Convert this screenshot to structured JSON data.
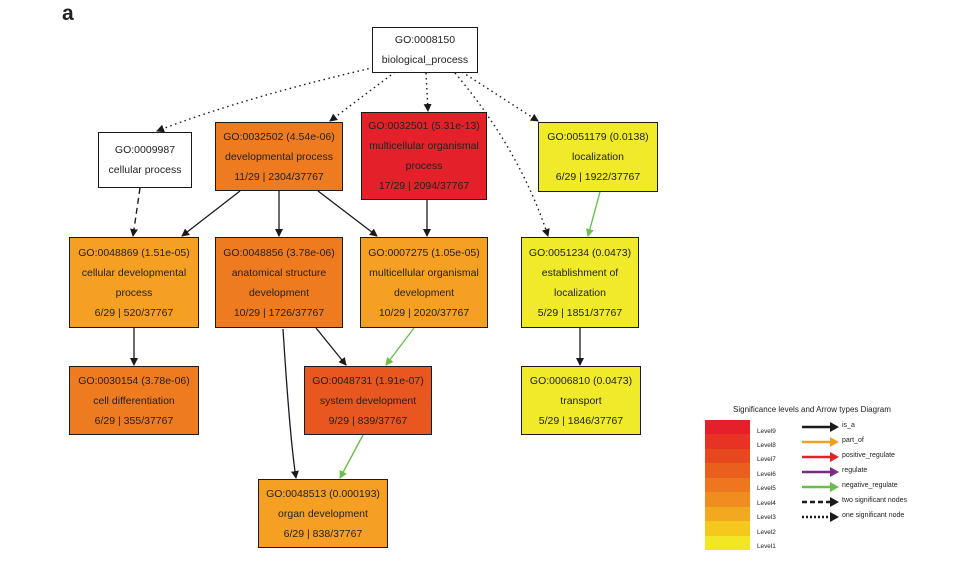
{
  "panel_label": "a",
  "colors": {
    "white": "#ffffff",
    "yellow": "#f0ea2a",
    "light_orange": "#f5a023",
    "orange": "#ef7b21",
    "red_orange": "#e8571f",
    "red": "#e4202a",
    "arrow_black": "#1a1a1a",
    "arrow_green": "#6abf4b"
  },
  "nodes": {
    "bp": {
      "id": "GO:0008150",
      "l2": "biological_process",
      "l3": ""
    },
    "cp": {
      "id": "GO:0009987",
      "l2": "cellular process",
      "l3": ""
    },
    "dp": {
      "id": "GO:0032502 (4.54e-06)",
      "l2": "developmental process",
      "l3": "11/29 | 2304/37767"
    },
    "mop": {
      "id": "GO:0032501 (5.31e-13)",
      "l2": "multicellular organismal",
      "l3": "process",
      "l4": "17/29 | 2094/37767"
    },
    "loc": {
      "id": "GO:0051179 (0.0138)",
      "l2": "localization",
      "l3": "6/29 | 1922/37767"
    },
    "cdp": {
      "id": "GO:0048869 (1.51e-05)",
      "l2": "cellular developmental",
      "l3": "process",
      "l4": "6/29 | 520/37767"
    },
    "asd": {
      "id": "GO:0048856 (3.78e-06)",
      "l2": "anatomical structure",
      "l3": "development",
      "l4": "10/29 | 1726/37767"
    },
    "mod": {
      "id": "GO:0007275 (1.05e-05)",
      "l2": "multicellular organismal",
      "l3": "development",
      "l4": "10/29 | 2020/37767"
    },
    "eol": {
      "id": "GO:0051234 (0.0473)",
      "l2": "establishment of",
      "l3": "localization",
      "l4": "5/29 | 1851/37767"
    },
    "cd": {
      "id": "GO:0030154 (3.78e-06)",
      "l2": "cell differentiation",
      "l3": "6/29 | 355/37767"
    },
    "sd": {
      "id": "GO:0048731 (1.91e-07)",
      "l2": "system development",
      "l3": "9/29 | 839/37767"
    },
    "tr": {
      "id": "GO:0006810 (0.0473)",
      "l2": "transport",
      "l3": "5/29 | 1846/37767"
    },
    "od": {
      "id": "GO:0048513 (0.000193)",
      "l2": "organ development",
      "l3": "6/29 | 838/37767"
    }
  },
  "legend": {
    "title": "Significance levels and Arrow types Diagram",
    "levels": [
      "Level9",
      "Level8",
      "Level7",
      "Level6",
      "Level5",
      "Level4",
      "Level3",
      "Level2",
      "Level1"
    ],
    "level_colors": [
      "#e4202a",
      "#e63324",
      "#e8481f",
      "#eb5f1e",
      "#ee761f",
      "#f08d1f",
      "#f3a91f",
      "#f5c81e",
      "#f1e725"
    ],
    "arrow_types": [
      {
        "label": "is_a",
        "color": "#1a1a1a",
        "style": "solid"
      },
      {
        "label": "part_of",
        "color": "#f5a023",
        "style": "solid"
      },
      {
        "label": "positive_regulate",
        "color": "#e4202a",
        "style": "solid"
      },
      {
        "label": "regulate",
        "color": "#7b2a86",
        "style": "solid"
      },
      {
        "label": "negative_regulate",
        "color": "#6abf4b",
        "style": "solid"
      },
      {
        "label": "two significant nodes",
        "color": "#1a1a1a",
        "style": "dashed"
      },
      {
        "label": "one significant node",
        "color": "#1a1a1a",
        "style": "dotted"
      }
    ]
  }
}
